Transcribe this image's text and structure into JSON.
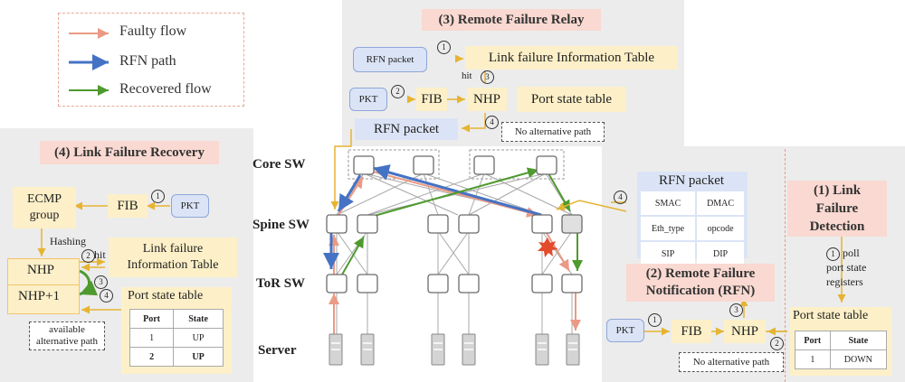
{
  "legend": {
    "faulty_flow": "Faulty flow",
    "rfn_path": "RFN path",
    "recovered_flow": "Recovered flow",
    "colors": {
      "faulty": "#eb9a85",
      "rfn": "#4472c4",
      "recovered": "#4e9a2e"
    }
  },
  "layers": {
    "core": "Core SW",
    "spine": "Spine SW",
    "tor": "ToR SW",
    "server": "Server"
  },
  "panel3": {
    "title": "(3) Remote Failure Relay",
    "rfn_packet": "RFN packet",
    "lfit": "Link failure Information Table",
    "hit": "hit",
    "pkt": "PKT",
    "fib": "FIB",
    "nhp": "NHP",
    "port_state_table": "Port state table",
    "rfn_packet_out": "RFN packet",
    "no_alt": "No alternative path"
  },
  "panel4": {
    "title": "(4) Link Failure Recovery",
    "ecmp_group": "ECMP\ngroup",
    "fib": "FIB",
    "pkt": "PKT",
    "hashing": "Hashing",
    "hit": "hit",
    "lfit": "Link failure\nInformation Table",
    "nhp": "NHP",
    "nhp1": "NHP+1",
    "port_state_table": "Port state table",
    "table_headers": [
      "Port",
      "State"
    ],
    "table_rows": [
      [
        "1",
        "UP"
      ],
      [
        "2",
        "UP"
      ]
    ],
    "available_alt": "available\nalternative path"
  },
  "panel1": {
    "title": "(1) Link\nFailure\nDetection",
    "poll": "poll\nport state\nregisters",
    "port_state_table": "Port state table",
    "table_headers": [
      "Port",
      "State"
    ],
    "table_rows": [
      [
        "1",
        "DOWN"
      ]
    ]
  },
  "panel2": {
    "title": "(2) Remote Failure\nNotification (RFN)",
    "pkt": "PKT",
    "fib": "FIB",
    "nhp": "NHP",
    "no_alt": "No alternative path"
  },
  "rfn_format": {
    "title": "RFN packet",
    "fields": [
      [
        "SMAC",
        "DMAC"
      ],
      [
        "Eth_type",
        "opcode"
      ],
      [
        "SIP",
        "DIP"
      ]
    ]
  },
  "circled": {
    "one": "1",
    "two": "2",
    "three": "3",
    "four": "4"
  }
}
